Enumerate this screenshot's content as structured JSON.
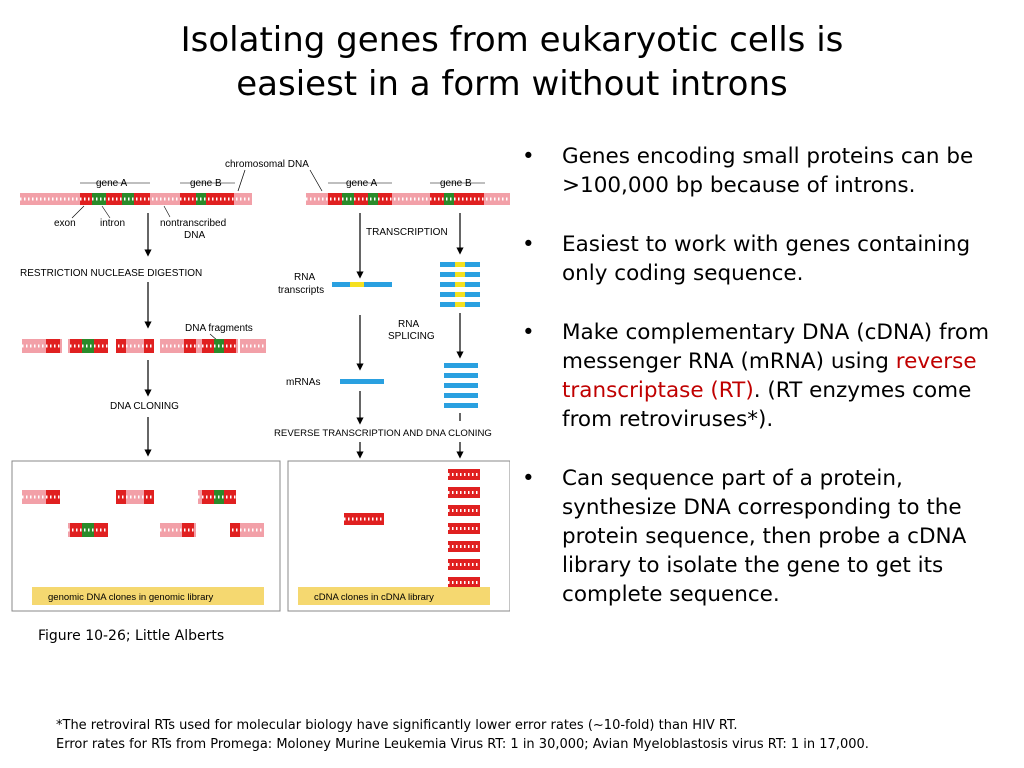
{
  "title": {
    "line1": "Isolating genes from eukaryotic cells is",
    "line2": "easiest in a form without introns"
  },
  "bullets": {
    "b1": "Genes encoding small proteins can be >100,000 bp because of introns.",
    "b2": "Easiest to work with genes containing only coding sequence.",
    "b3_pre": "Make complementary DNA (cDNA) from messenger RNA (mRNA) using ",
    "b3_red": "reverse transcriptase (RT)",
    "b3_post": ". (RT enzymes come from retroviruses*).",
    "b4": "Can sequence part of a protein, synthesize DNA corresponding to the protein sequence, then probe a cDNA library to isolate the gene to get its complete sequence."
  },
  "figure": {
    "chromosomal_dna": "chromosomal DNA",
    "gene_a": "gene A",
    "gene_b": "gene B",
    "exon": "exon",
    "intron": "intron",
    "nontranscribed_1": "nontranscribed",
    "nontranscribed_2": "DNA",
    "restriction": "RESTRICTION NUCLEASE DIGESTION",
    "dna_fragments": "DNA fragments",
    "dna_cloning": "DNA CLONING",
    "transcription": "TRANSCRIPTION",
    "rna_1": "RNA",
    "rna_2": "transcripts",
    "splicing_1": "RNA",
    "splicing_2": "SPLICING",
    "mrnas": "mRNAs",
    "reverse_transcription": "REVERSE TRANSCRIPTION AND DNA CLONING",
    "genomic_library": "genomic DNA clones in genomic library",
    "cdna_library": "cDNA clones in cDNA library",
    "colors": {
      "exon": "#e02020",
      "intron": "#2a8a2a",
      "dna": "#f2a0a8",
      "rna_blue": "#2aa0e0",
      "rna_yellow": "#f5e020",
      "library_band": "#f5d870"
    }
  },
  "caption": "Figure 10-26; Little Alberts",
  "footnote": {
    "line1": "*The retroviral RTs used for molecular biology have significantly lower error rates (~10-fold) than HIV RT.",
    "line2": "Error rates for RTs from Promega: Moloney Murine Leukemia Virus RT: 1 in 30,000; Avian Myeloblastosis virus RT: 1 in 17,000."
  }
}
